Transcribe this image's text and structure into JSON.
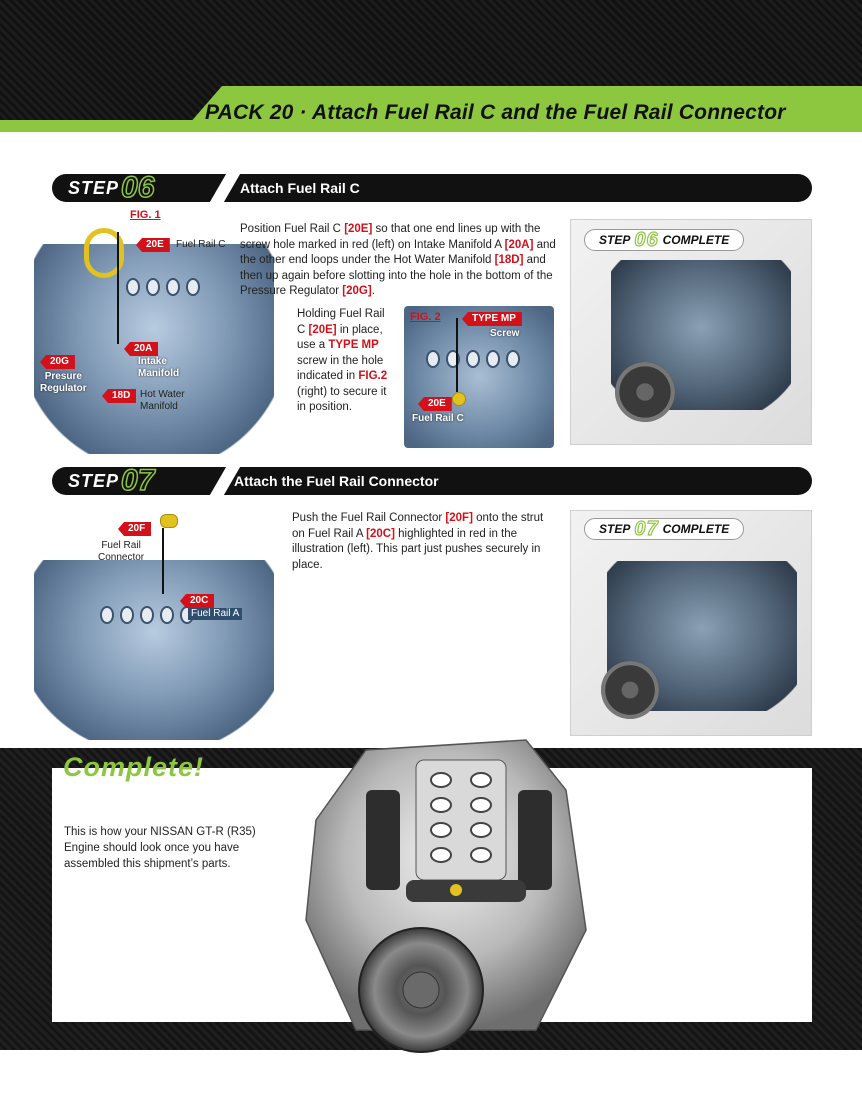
{
  "header": {
    "pack": "PACK 20",
    "separator": "·",
    "title": "Attach Fuel Rail C and the Fuel Rail Connector"
  },
  "step06": {
    "word": "STEP",
    "number": "06",
    "title": "Attach Fuel Rail C",
    "fig1_label": "FIG. 1",
    "tags": {
      "t20E": "20E",
      "t20E_label": "Fuel Rail C",
      "t20A": "20A",
      "t20A_label_1": "Intake",
      "t20A_label_2": "Manifold",
      "t20G": "20G",
      "t20G_label_1": "Presure",
      "t20G_label_2": "Regulator",
      "t18D": "18D",
      "t18D_label_1": "Hot Water",
      "t18D_label_2": "Manifold"
    },
    "para1": {
      "a": "Position Fuel Rail C ",
      "r1": "[20E]",
      "b": " so that one end lines up with the screw hole marked in red (left) on Intake Manifold A ",
      "r2": "[20A]",
      "c": " and the other end loops under the Hot Water Manifold ",
      "r3": "[18D]",
      "d": " and then up again before slotting into the hole in the bottom of the Pressure Regulator ",
      "r4": "[20G]",
      "e": "."
    },
    "para2": {
      "a": "Holding Fuel Rail C ",
      "r1": "[20E]",
      "b": " in place, use a ",
      "r2": "TYPE MP",
      "c": " screw in the hole indicated in ",
      "r3": "FIG.2",
      "d": " (right) to secure it in position."
    },
    "fig2": {
      "label": "FIG. 2",
      "type_tag": "TYPE MP",
      "screw": "Screw",
      "t20E": "20E",
      "t20E_label": "Fuel Rail C"
    },
    "badge": {
      "word": "STEP",
      "number": "06",
      "complete": "COMPLETE"
    }
  },
  "step07": {
    "word": "STEP",
    "number": "07",
    "title": "Attach the Fuel Rail Connector",
    "tags": {
      "t20F": "20F",
      "t20F_label_1": "Fuel Rail",
      "t20F_label_2": "Connector",
      "t20C": "20C",
      "t20C_label": "Fuel Rail A"
    },
    "para": {
      "a": "Push the Fuel Rail Connector ",
      "r1": "[20F]",
      "b": " onto the strut on Fuel Rail A ",
      "r2": "[20C]",
      "c": " highlighted in red in the illustration (left). This part just pushes securely in place."
    },
    "badge": {
      "word": "STEP",
      "number": "07",
      "complete": "COMPLETE"
    }
  },
  "complete": {
    "title": "Complete!",
    "subtitle": "Intake Manifold A",
    "body": "This is how your NISSAN GT-R (R35) Engine should look once you have assembled this shipment’s parts."
  },
  "colors": {
    "accent_green": "#8dc63f",
    "accent_red": "#d2111b",
    "dark": "#111111"
  }
}
